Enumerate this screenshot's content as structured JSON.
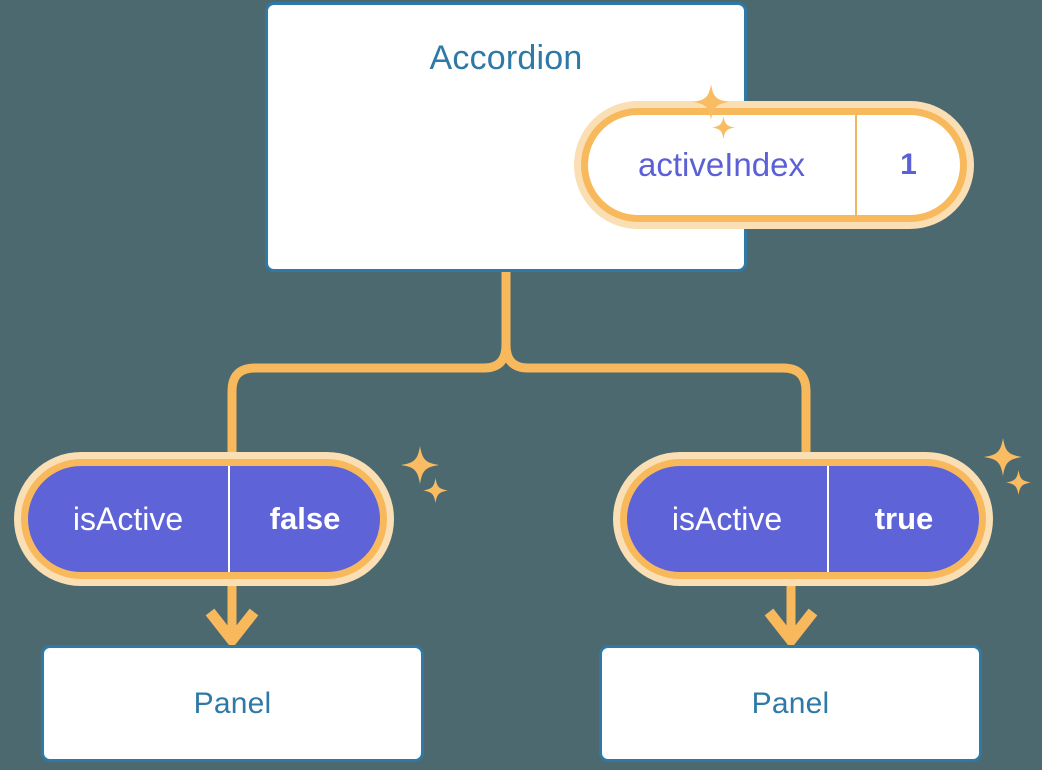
{
  "theme": {
    "background": "#4d6970",
    "card_border": "#2f79a6",
    "card_fill": "#ffffff",
    "title_text": "#2f79a6",
    "ring_outer": "#fbdfb4",
    "ring_inner": "#f8b95c",
    "pill_solid_fill": "#5f63d8",
    "pill_light_text": "#5b60d6",
    "connector": "#f8b95c",
    "sparkle": "#f9bc63"
  },
  "diagram": {
    "root": {
      "title": "Accordion",
      "state": {
        "key": "activeIndex",
        "value": "1"
      }
    },
    "children": [
      {
        "state": {
          "key": "isActive",
          "value": "false"
        },
        "node": {
          "title": "Panel"
        }
      },
      {
        "state": {
          "key": "isActive",
          "value": "true"
        },
        "node": {
          "title": "Panel"
        }
      }
    ],
    "sparkle_icons": [
      "sparkle-icon",
      "sparkle-icon",
      "sparkle-icon",
      "sparkle-icon",
      "sparkle-icon",
      "sparkle-icon"
    ],
    "arrow_icons": [
      "arrow-down-icon",
      "arrow-down-icon"
    ]
  }
}
